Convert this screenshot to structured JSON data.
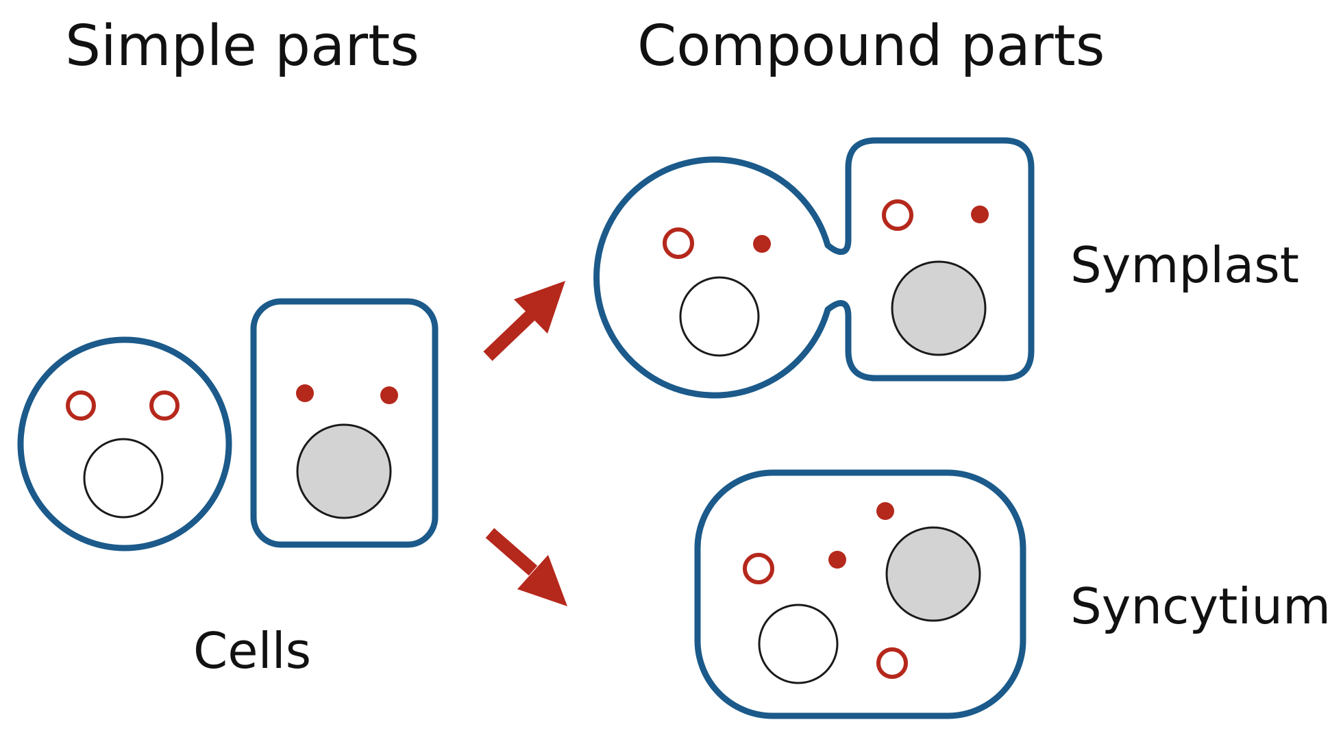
{
  "headings": {
    "simple": "Simple parts",
    "compound": "Compound parts"
  },
  "labels": {
    "cells": "Cells",
    "symplast": "Symplast",
    "syncytium": "Syncytium"
  },
  "colors": {
    "membrane": "#1b5a8a",
    "organelle": "#b5281c",
    "arrow": "#b5281c",
    "nucleus_dark": "#d3d3d3",
    "nucleus_light": "#ffffff",
    "nucleus_stroke": "#1a1a1a",
    "text": "#111111"
  }
}
